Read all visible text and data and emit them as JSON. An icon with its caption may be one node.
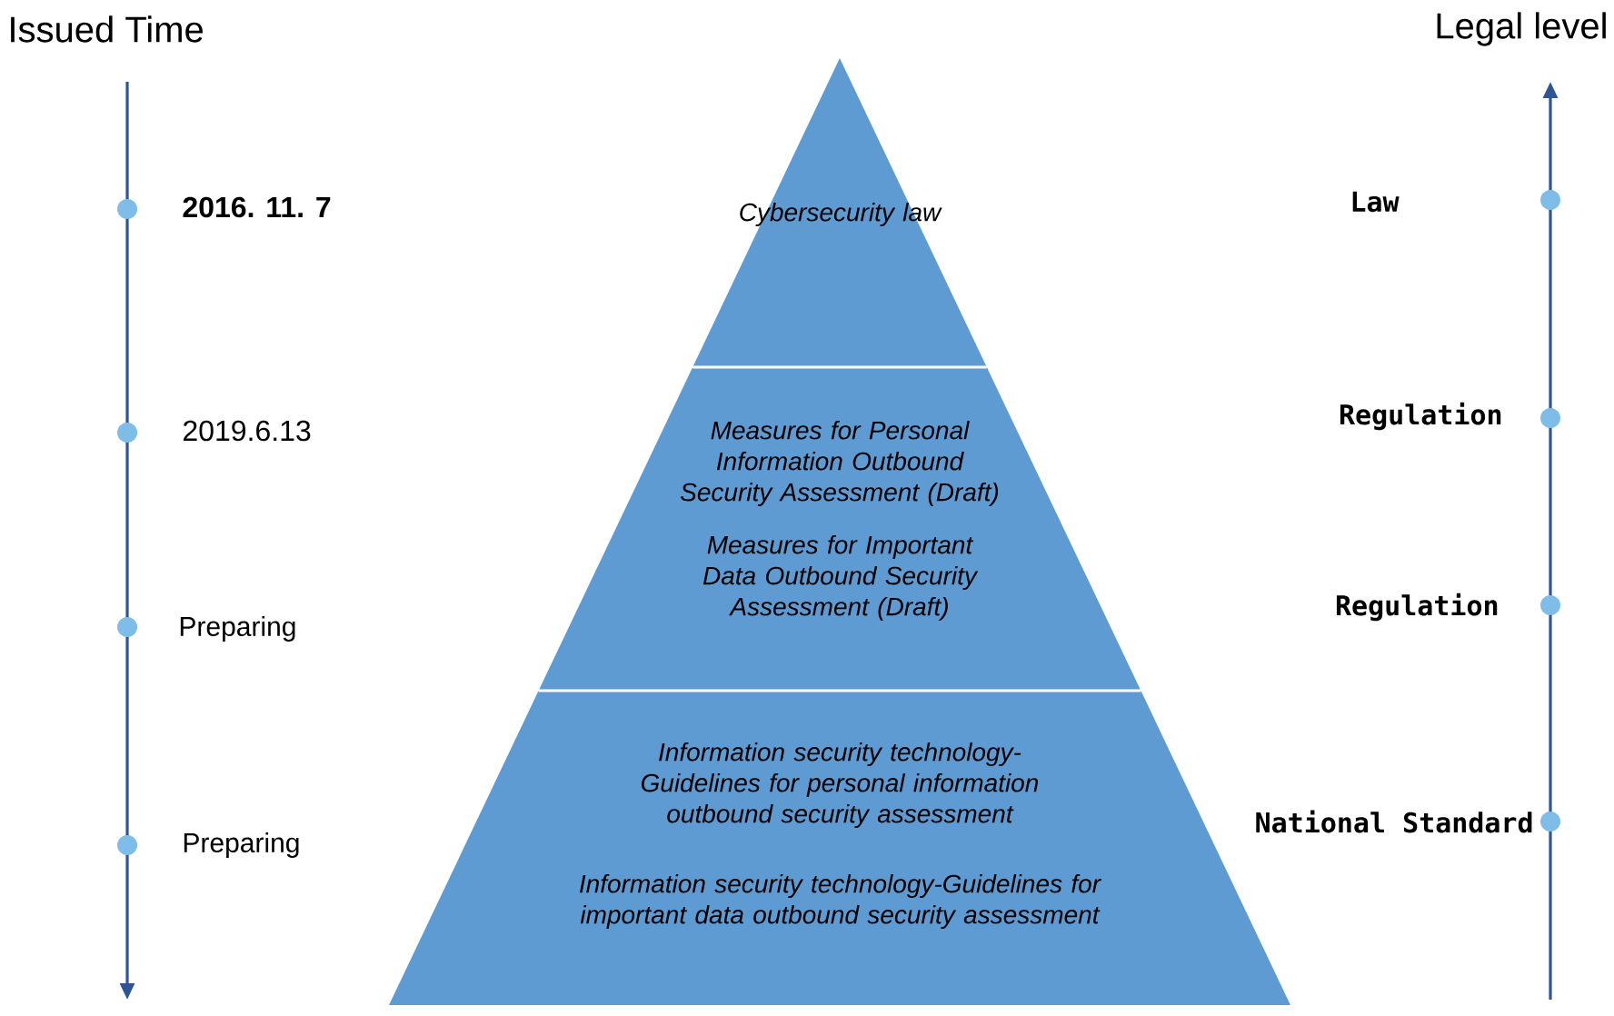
{
  "diagram": {
    "nodes": [
      {
        "text": [
          "Cybersecurity law"
        ]
      },
      {
        "text": [
          "Measures for Personal Information Outbound Security Assessment (Draft)",
          "Measures for Important Data Outbound Security Assessment (Draft)"
        ]
      },
      {
        "text": [
          "Information security technology-Guidelines for personal information outbound security assessment",
          "Information security technology-Guidelines for important data outbound security assessment"
        ]
      }
    ],
    "labels": [
      "Issued Time",
      "Legal level",
      "2016. 11. 7",
      "Law",
      "2019.6.13",
      "Regulation",
      "Preparing",
      "Regulation",
      "Preparing",
      "National Standard"
    ]
  }
}
